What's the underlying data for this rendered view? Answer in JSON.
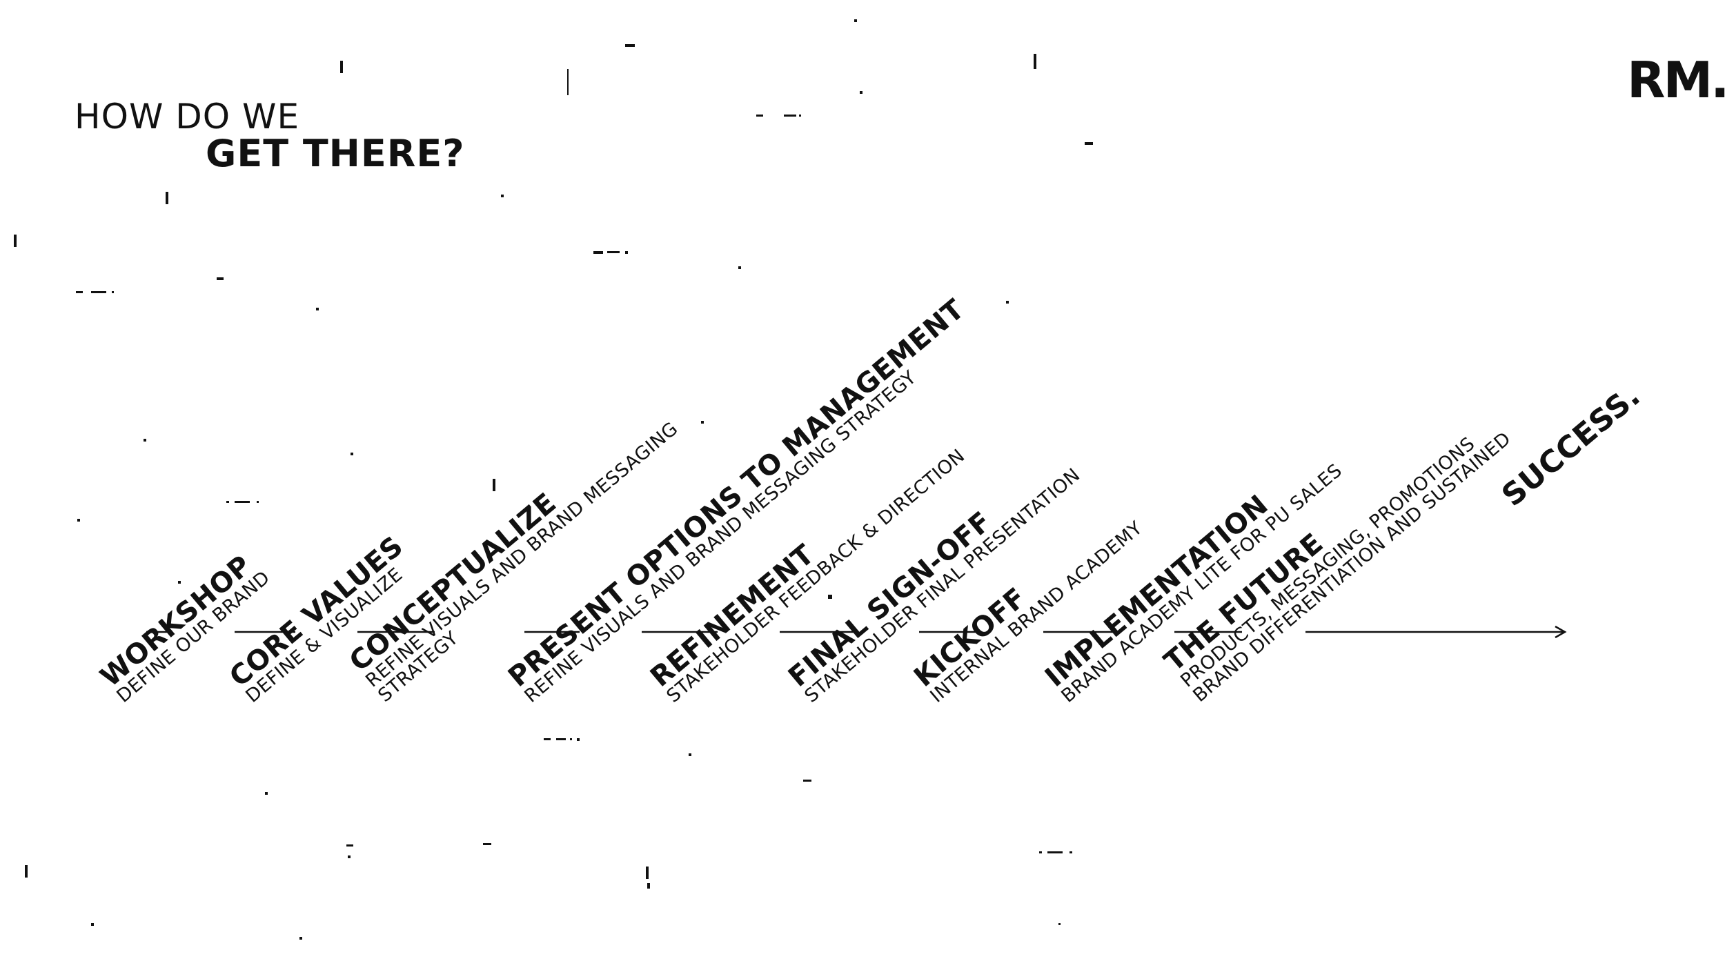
{
  "heading": {
    "line1": "HOW DO WE",
    "line2": "GET THERE?"
  },
  "logo": "RM.",
  "steps": [
    {
      "title": "WORKSHOP",
      "subtitle": [
        "DEFINE OUR BRAND"
      ]
    },
    {
      "title": "CORE VALUES",
      "subtitle": [
        "DEFINE & VISUALIZE"
      ]
    },
    {
      "title": "CONCEPTUALIZE",
      "subtitle": [
        "REFINE VISUALS AND BRAND MESSAGING",
        "STRATEGY"
      ]
    },
    {
      "title": "PRESENT OPTIONS TO MANAGEMENT",
      "subtitle": [
        "REFINE VISUALS AND BRAND MESSAGING STRATEGY"
      ]
    },
    {
      "title": "REFINEMENT",
      "subtitle": [
        "STAKEHOLDER FEEDBACK & DIRECTION"
      ]
    },
    {
      "title": "FINAL SIGN-OFF",
      "subtitle": [
        "STAKEHOLDER FINAL PRESENTATION"
      ]
    },
    {
      "title": "KICKOFF",
      "subtitle": [
        "INTERNAL BRAND ACADEMY"
      ]
    },
    {
      "title": "IMPLEMENTATION",
      "subtitle": [
        "BRAND ACADEMY LITE FOR PU SALES"
      ]
    },
    {
      "title": "THE FUTURE",
      "subtitle": [
        "PRODUCTS, MESSAGING, PROMOTIONS",
        "BRAND DIFFERENTIATION AND SUSTAINED"
      ]
    }
  ],
  "end_label": "SUCCESS.",
  "colors": {
    "ink": "#111111",
    "background": "#ffffff"
  }
}
